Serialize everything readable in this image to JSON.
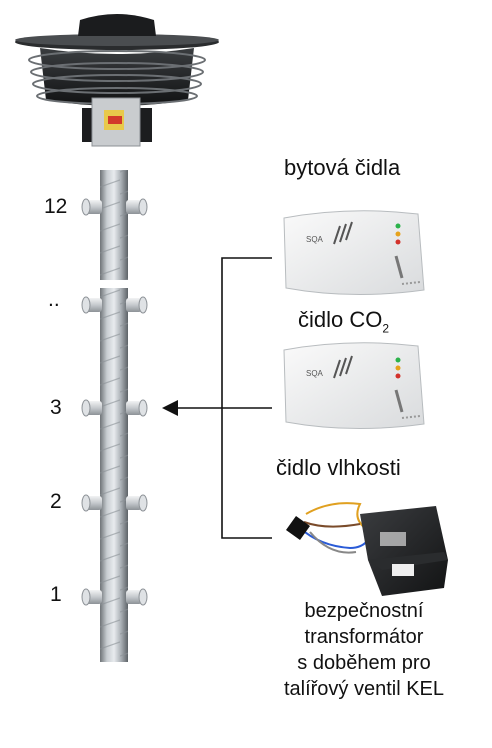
{
  "floors": {
    "top": "12",
    "dots": "..",
    "third": "3",
    "second": "2",
    "first": "1"
  },
  "labels": {
    "room_sensors": "bytová čidla",
    "co2_prefix": "čidlo CO",
    "co2_sub": "2",
    "humidity": "čidlo vlhkosti",
    "device_brand": "SQA"
  },
  "transformer_caption": [
    "bezpečnostní",
    "transformátor",
    "s doběhem pro",
    "talířový ventil KEL"
  ]
}
